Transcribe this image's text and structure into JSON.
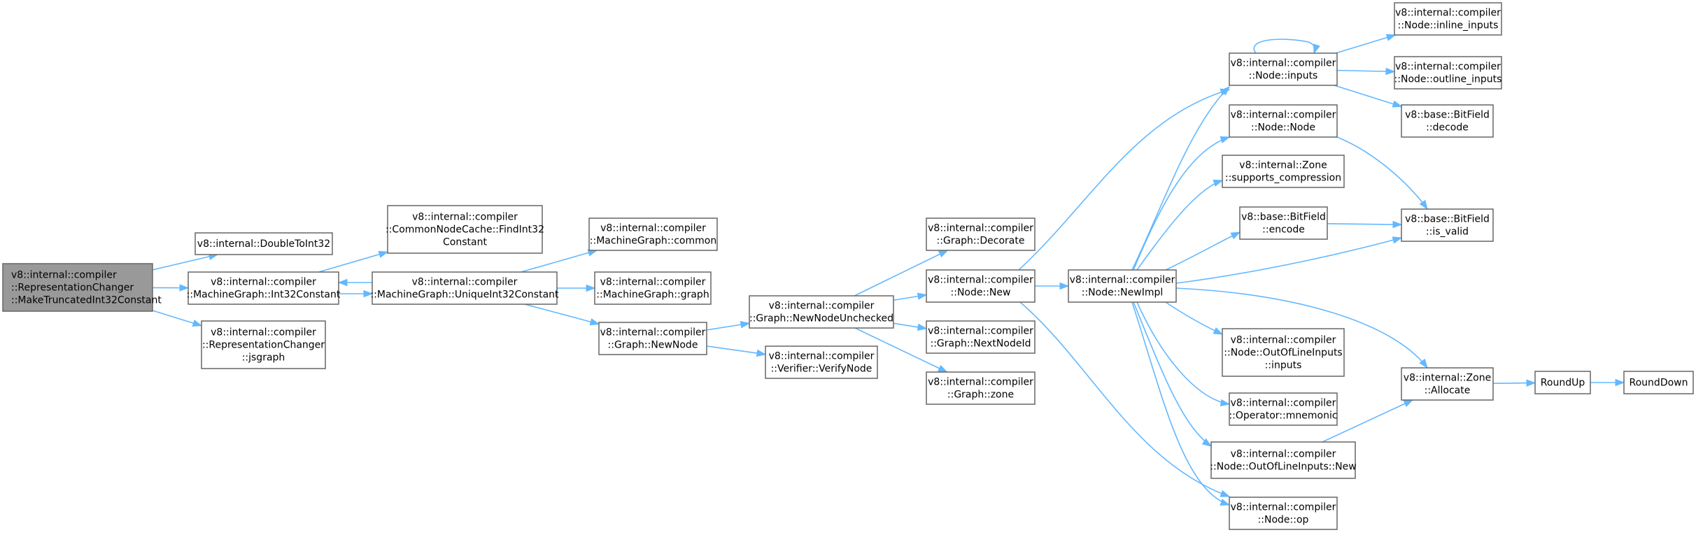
{
  "nodes": [
    {
      "id": "root",
      "lines": [
        "v8::internal::compiler",
        "::RepresentationChanger",
        "::MakeTruncatedInt32Constant"
      ],
      "root": true
    },
    {
      "id": "doubletoint32",
      "lines": [
        "v8::internal::DoubleToInt32"
      ]
    },
    {
      "id": "int32constant",
      "lines": [
        "v8::internal::compiler",
        "::MachineGraph::Int32Constant"
      ]
    },
    {
      "id": "jsgraph",
      "lines": [
        "v8::internal::compiler",
        "::RepresentationChanger",
        "::jsgraph"
      ]
    },
    {
      "id": "findint32",
      "lines": [
        "v8::internal::compiler",
        "::CommonNodeCache::FindInt32",
        "Constant"
      ]
    },
    {
      "id": "uniqueint32",
      "lines": [
        "v8::internal::compiler",
        "::MachineGraph::UniqueInt32Constant"
      ]
    },
    {
      "id": "mgcommon",
      "lines": [
        "v8::internal::compiler",
        "::MachineGraph::common"
      ]
    },
    {
      "id": "mggraph",
      "lines": [
        "v8::internal::compiler",
        "::MachineGraph::graph"
      ]
    },
    {
      "id": "graphnewnode",
      "lines": [
        "v8::internal::compiler",
        "::Graph::NewNode"
      ]
    },
    {
      "id": "newnodeunchecked",
      "lines": [
        "v8::internal::compiler",
        "::Graph::NewNodeUnchecked"
      ]
    },
    {
      "id": "verifynode",
      "lines": [
        "v8::internal::compiler",
        "::Verifier::VerifyNode"
      ]
    },
    {
      "id": "decorate",
      "lines": [
        "v8::internal::compiler",
        "::Graph::Decorate"
      ]
    },
    {
      "id": "nodenew",
      "lines": [
        "v8::internal::compiler",
        "::Node::New"
      ]
    },
    {
      "id": "nextnodeid",
      "lines": [
        "v8::internal::compiler",
        "::Graph::NextNodeId"
      ]
    },
    {
      "id": "graphzone",
      "lines": [
        "v8::internal::compiler",
        "::Graph::zone"
      ]
    },
    {
      "id": "newimpl",
      "lines": [
        "v8::internal::compiler",
        "::Node::NewImpl"
      ]
    },
    {
      "id": "inputs",
      "lines": [
        "v8::internal::compiler",
        "::Node::inputs"
      ]
    },
    {
      "id": "nodenode",
      "lines": [
        "v8::internal::compiler",
        "::Node::Node"
      ]
    },
    {
      "id": "supportscompression",
      "lines": [
        "v8::internal::Zone",
        "::supports_compression"
      ]
    },
    {
      "id": "encode",
      "lines": [
        "v8::base::BitField",
        "::encode"
      ]
    },
    {
      "id": "oolinputs",
      "lines": [
        "v8::internal::compiler",
        "::Node::OutOfLineInputs",
        "::inputs"
      ]
    },
    {
      "id": "mnemonic",
      "lines": [
        "v8::internal::compiler",
        "::Operator::mnemonic"
      ]
    },
    {
      "id": "oolnew",
      "lines": [
        "v8::internal::compiler",
        "::Node::OutOfLineInputs::New"
      ]
    },
    {
      "id": "op",
      "lines": [
        "v8::internal::compiler",
        "::Node::op"
      ]
    },
    {
      "id": "inlineinputs",
      "lines": [
        "v8::internal::compiler",
        "::Node::inline_inputs"
      ]
    },
    {
      "id": "outlineinputs",
      "lines": [
        "v8::internal::compiler",
        "::Node::outline_inputs"
      ]
    },
    {
      "id": "decode",
      "lines": [
        "v8::base::BitField",
        "::decode"
      ]
    },
    {
      "id": "isvalid",
      "lines": [
        "v8::base::BitField",
        "::is_valid"
      ]
    },
    {
      "id": "allocate",
      "lines": [
        "v8::internal::Zone",
        "::Allocate"
      ]
    },
    {
      "id": "roundup",
      "lines": [
        "RoundUp"
      ]
    },
    {
      "id": "rounddown",
      "lines": [
        "RoundDown"
      ]
    }
  ],
  "edges": [
    [
      "root",
      "doubletoint32"
    ],
    [
      "root",
      "int32constant"
    ],
    [
      "root",
      "jsgraph"
    ],
    [
      "int32constant",
      "findint32"
    ],
    [
      "int32constant",
      "uniqueint32"
    ],
    [
      "uniqueint32",
      "int32constant"
    ],
    [
      "uniqueint32",
      "mgcommon"
    ],
    [
      "uniqueint32",
      "mggraph"
    ],
    [
      "uniqueint32",
      "graphnewnode"
    ],
    [
      "graphnewnode",
      "newnodeunchecked"
    ],
    [
      "graphnewnode",
      "verifynode"
    ],
    [
      "newnodeunchecked",
      "decorate"
    ],
    [
      "newnodeunchecked",
      "nodenew"
    ],
    [
      "newnodeunchecked",
      "nextnodeid"
    ],
    [
      "newnodeunchecked",
      "graphzone"
    ],
    [
      "nodenew",
      "inputs"
    ],
    [
      "nodenew",
      "newimpl"
    ],
    [
      "nodenew",
      "op"
    ],
    [
      "newimpl",
      "inputs"
    ],
    [
      "newimpl",
      "nodenode"
    ],
    [
      "newimpl",
      "supportscompression"
    ],
    [
      "newimpl",
      "encode"
    ],
    [
      "newimpl",
      "isvalid"
    ],
    [
      "newimpl",
      "oolinputs"
    ],
    [
      "newimpl",
      "mnemonic"
    ],
    [
      "newimpl",
      "oolnew"
    ],
    [
      "newimpl",
      "op"
    ],
    [
      "newimpl",
      "allocate"
    ],
    [
      "inputs",
      "inputs"
    ],
    [
      "inputs",
      "inlineinputs"
    ],
    [
      "inputs",
      "outlineinputs"
    ],
    [
      "inputs",
      "decode"
    ],
    [
      "nodenode",
      "isvalid"
    ],
    [
      "encode",
      "isvalid"
    ],
    [
      "oolnew",
      "allocate"
    ],
    [
      "allocate",
      "roundup"
    ],
    [
      "roundup",
      "rounddown"
    ]
  ],
  "colors": {
    "edge": "#63b8ff",
    "box_border": "#666666",
    "root_fill": "#999999",
    "box_fill": "#ffffff"
  }
}
